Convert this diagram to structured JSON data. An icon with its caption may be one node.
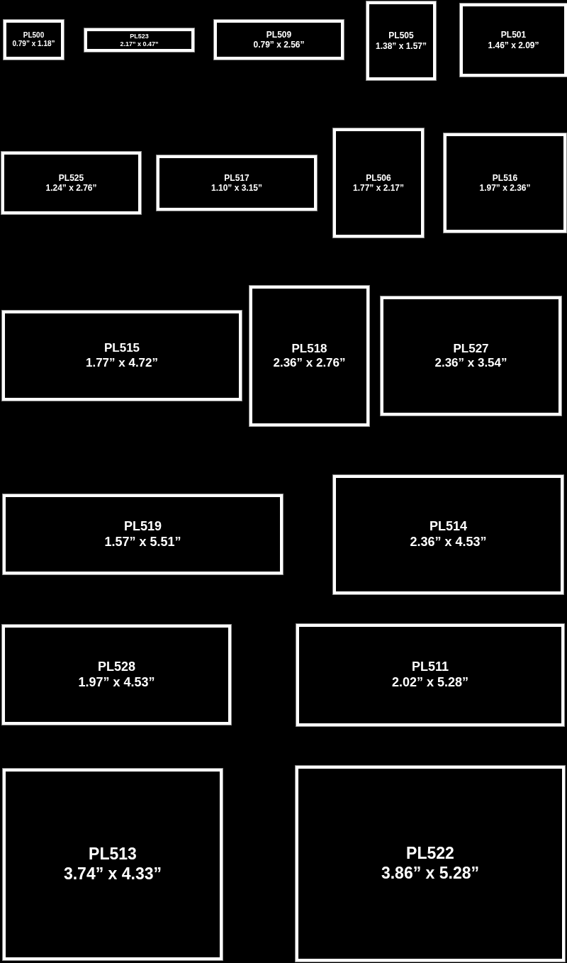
{
  "diagram": {
    "nodes": [
      {
        "text": [
          "PL500",
          "0.79” x 1.18”"
        ]
      },
      {
        "text": [
          "PL523",
          "2.17” x 0.47”"
        ]
      },
      {
        "text": [
          "PL509",
          "0.79” x 2.56”"
        ]
      },
      {
        "text": [
          "PL505",
          "1.38” x 1.57”"
        ]
      },
      {
        "text": [
          "PL501",
          "1.46” x 2.09”"
        ]
      },
      {
        "text": [
          "PL525",
          "1.24” x 2.76”"
        ]
      },
      {
        "text": [
          "PL517",
          "1.10” x 3.15”"
        ]
      },
      {
        "text": [
          "PL506",
          "1.77” x 2.17”"
        ]
      },
      {
        "text": [
          "PL516",
          "1.97” x 2.36”"
        ]
      },
      {
        "text": [
          "PL515",
          "1.77” x 4.72”"
        ]
      },
      {
        "text": [
          "PL518",
          "2.36” x 2.76”"
        ]
      },
      {
        "text": [
          "PL527",
          "2.36” x 3.54”"
        ]
      },
      {
        "text": [
          "PL519",
          "1.57” x 5.51”"
        ]
      },
      {
        "text": [
          "PL514",
          "2.36” x 4.53”"
        ]
      },
      {
        "text": [
          "PL528",
          "1.97” x 4.53”"
        ]
      },
      {
        "text": [
          "PL511",
          "2.02” x 5.28”"
        ]
      },
      {
        "text": [
          "PL513",
          "3.74” x 4.33”"
        ]
      },
      {
        "text": [
          "PL522",
          "3.86” x 5.28”"
        ]
      }
    ]
  }
}
